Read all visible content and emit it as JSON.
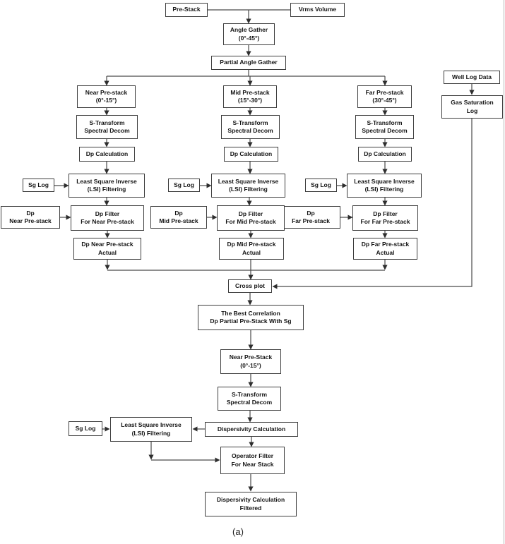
{
  "boxes": {
    "pre_stack": "Pre-Stack",
    "vrms_volume": "Vrms Volume",
    "angle_gather": "Angle Gather\n(0°-45°)",
    "partial_angle_gather": "Partial Angle Gather",
    "near_pre_stack": "Near Pre-stack\n(0°-15°)",
    "mid_pre_stack": "Mid Pre-stack\n(15°-30°)",
    "far_pre_stack": "Far Pre-stack\n(30°-45°)",
    "well_log_data": "Well Log Data",
    "gas_saturation_log": "Gas Saturation\nLog",
    "s_transform_near": "S-Transform\nSpectral Decom",
    "s_transform_mid": "S-Transform\nSpectral Decom",
    "s_transform_far": "S-Transform\nSpectral Decom",
    "dp_calc_near": "Dp Calculation",
    "dp_calc_mid": "Dp Calculation",
    "dp_calc_far": "Dp Calculation",
    "sg_log_near": "Sg Log",
    "sg_log_mid": "Sg Log",
    "sg_log_far": "Sg Log",
    "lsi_near": "Least Square Inverse\n(LSI) Filtering",
    "lsi_mid": "Least Square Inverse\n(LSI) Filtering",
    "lsi_far": "Least Square Inverse\n(LSI) Filtering",
    "dp_near_input": "Dp\nNear Pre-stack",
    "dp_mid_input": "Dp\nMid Pre-stack",
    "dp_far_input": "Dp\nFar Pre-stack",
    "dp_filter_near": "Dp Filter\nFor Near Pre-stack",
    "dp_filter_mid": "Dp Filter\nFor Mid Pre-stack",
    "dp_filter_far": "Dp Filter\nFor Far Pre-stack",
    "dp_actual_near": "Dp Near Pre-stack\nActual",
    "dp_actual_mid": "Dp Mid Pre-stack\nActual",
    "dp_actual_far": "Dp Far Pre-stack\nActual",
    "cross_plot": "Cross plot",
    "best_correlation": "The Best Correlation\nDp Partial Pre-Stack With Sg",
    "near_pre_stack_2": "Near Pre-Stack\n(0°-15°)",
    "s_transform_2": "S-Transform\nSpectral Decom",
    "sg_log_2": "Sg Log",
    "lsi_2": "Least Square Inverse\n(LSI) Filtering",
    "dispersivity_calc": "Dispersivity Calculation",
    "operator_filter": "Operator Filter\nFor Near Stack",
    "dispersivity_filtered": "Dispersivity Calculation\nFiltered"
  },
  "caption": "(a)",
  "colors": {
    "box_border": "#3d3d3d",
    "line": "#4a4a4a",
    "arrow": "#2e2e2e",
    "text": "#141414",
    "background": "#ffffff"
  }
}
